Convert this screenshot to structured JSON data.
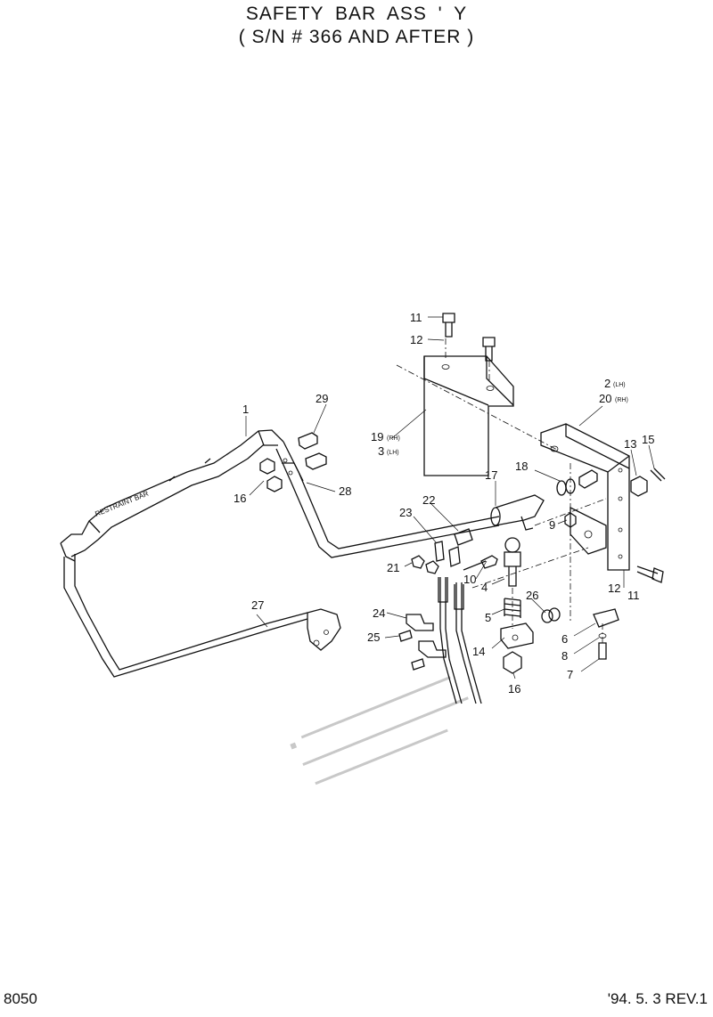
{
  "header": {
    "title": "SAFETY BAR ASS ' Y",
    "subtitle": "( S/N # 366 AND AFTER )"
  },
  "footer": {
    "page_number": "8050",
    "revision": "'94. 5. 3 REV.1"
  },
  "diagram": {
    "bar_imprint": "RESTRAINT BAR",
    "callouts": {
      "c1": "1",
      "c2": "2",
      "c3": "3",
      "c4": "4",
      "c5": "5",
      "c6": "6",
      "c7": "7",
      "c8": "8",
      "c9": "9",
      "c10": "10",
      "c11a": "11",
      "c11b": "11",
      "c12a": "12",
      "c12b": "12",
      "c13": "13",
      "c14": "14",
      "c15": "15",
      "c16a": "16",
      "c16b": "16",
      "c17": "17",
      "c18": "18",
      "c19": "19",
      "c20": "20",
      "c21": "21",
      "c22": "22",
      "c23": "23",
      "c24": "24",
      "c25": "25",
      "c26": "26",
      "c27": "27",
      "c28": "28",
      "c29": "29"
    },
    "side_notes": {
      "lh_a": "(LH)",
      "rh_a": "(RH)",
      "rh_b": "(RH)",
      "lh_b": "(LH)"
    }
  }
}
